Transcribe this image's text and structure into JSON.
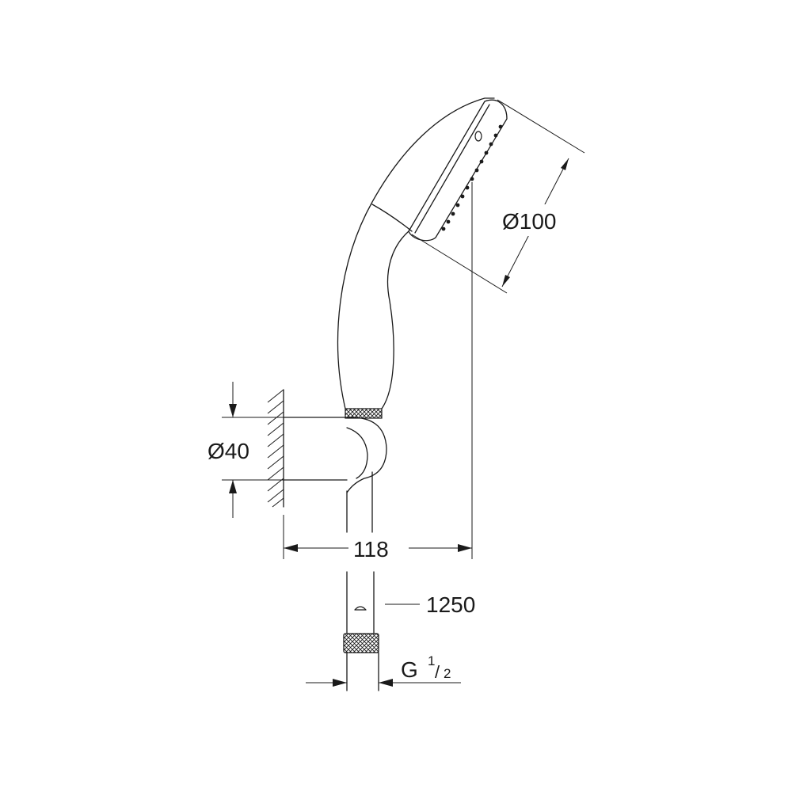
{
  "colors": {
    "ink": "#1a1a1a",
    "background": "#ffffff"
  },
  "dimensions": {
    "head_diameter": "Ø100",
    "holder_diameter": "Ø40",
    "projection": "118",
    "hose_length": "1250",
    "thread": {
      "letter": "G",
      "numerator": "1",
      "slash": "/",
      "denominator": "2"
    }
  }
}
